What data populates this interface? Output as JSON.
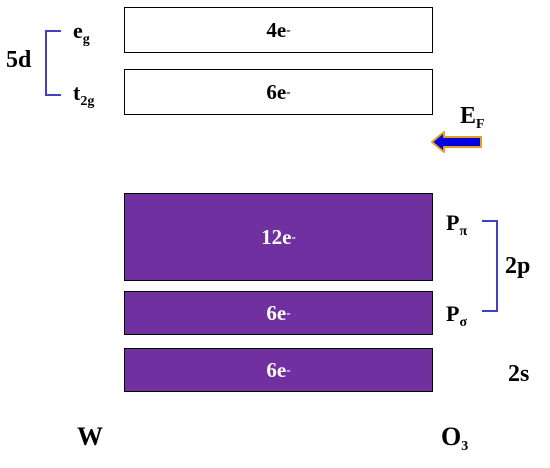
{
  "diagram": {
    "left_orbital": {
      "group": "5d",
      "upper": {
        "symbol": "e",
        "subscript": "g"
      },
      "lower": {
        "symbol": "t",
        "subscript": "2g"
      }
    },
    "bands": [
      {
        "count": "4e",
        "charge": "-",
        "filled": false
      },
      {
        "count": "6e",
        "charge": "-",
        "filled": false
      },
      {
        "count": "12e",
        "charge": "-",
        "filled": true
      },
      {
        "count": "6e",
        "charge": "-",
        "filled": true
      },
      {
        "count": "6e",
        "charge": "-",
        "filled": true
      }
    ],
    "fermi_level": {
      "symbol": "E",
      "subscript": "F"
    },
    "right_orbital": {
      "group": "2p",
      "upper": {
        "symbol": "P",
        "subscript": "π"
      },
      "lower": {
        "symbol": "P",
        "subscript": "σ"
      },
      "s_label": "2s"
    },
    "element_left": "W",
    "element_right": {
      "symbol": "O",
      "subscript": "3"
    }
  },
  "colors": {
    "filled_band": "#7030a0",
    "bracket": "#4040c0",
    "arrow_fill": "#0000e0",
    "arrow_outline": "#e0a020"
  }
}
